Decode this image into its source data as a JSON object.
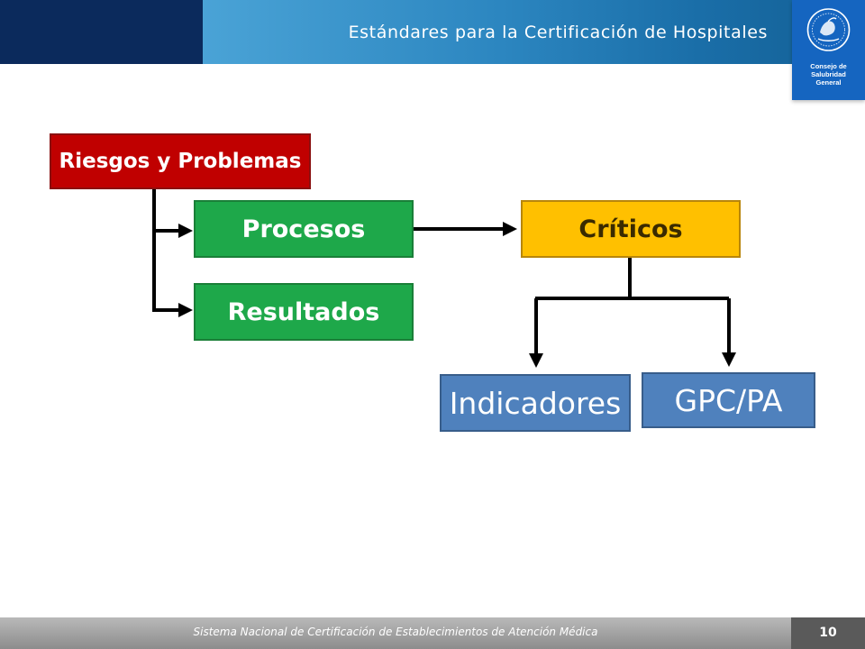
{
  "header": {
    "title": "Estándares para la Certificación de Hospitales"
  },
  "logo": {
    "name": "consejo-de-salubridad-general-logo",
    "lines": [
      "Consejo de",
      "Salubridad",
      "General"
    ]
  },
  "diagram": {
    "nodes": {
      "riesgos": "Riesgos y Problemas",
      "procesos": "Procesos",
      "resultados": "Resultados",
      "criticos": "Críticos",
      "indicadores": "Indicadores",
      "gpc": "GPC/PA"
    },
    "colors": {
      "riesgos": "#c00000",
      "procesos": "#1ea84a",
      "resultados": "#1ea84a",
      "criticos": "#ffc000",
      "indicadores": "#4f81bd",
      "gpc": "#4f81bd"
    },
    "edges": [
      {
        "from": "riesgos",
        "to": "procesos"
      },
      {
        "from": "riesgos",
        "to": "resultados"
      },
      {
        "from": "procesos",
        "to": "criticos"
      },
      {
        "from": "criticos",
        "to": "indicadores"
      },
      {
        "from": "criticos",
        "to": "gpc"
      }
    ]
  },
  "footer": {
    "text": "Sistema Nacional de Certificación de Establecimientos de Atención Médica",
    "page_number": "10"
  }
}
